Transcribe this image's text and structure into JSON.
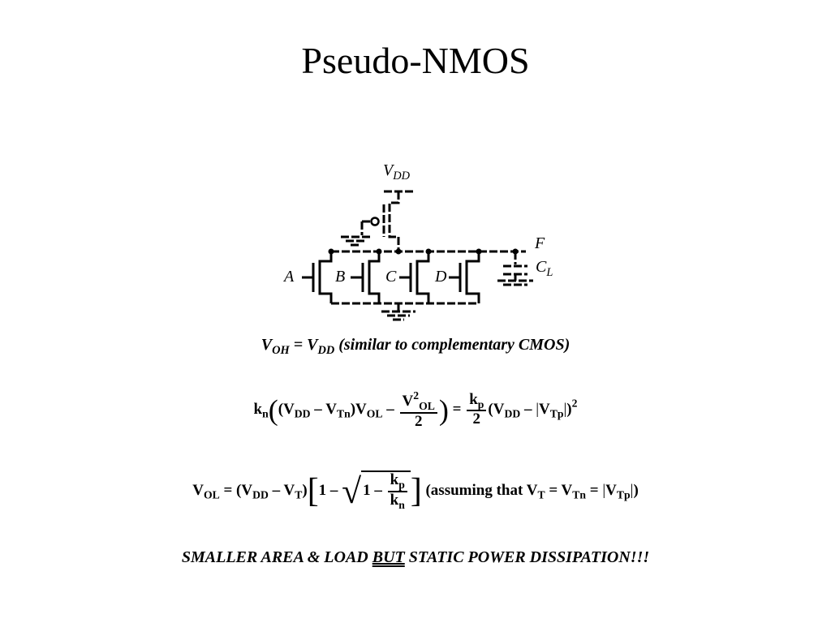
{
  "title": "Pseudo-NMOS",
  "circuit": {
    "vdd_label": "V",
    "vdd_sub": "DD",
    "output_label": "F",
    "cap_label": "C",
    "cap_sub": "L",
    "inputs": [
      "A",
      "B",
      "C",
      "D"
    ]
  },
  "eq1": {
    "lhs": "V",
    "lhs_sub": "OH",
    "eq": " = V",
    "rhs_sub": "DD",
    "note": " (similar to complementary CMOS)"
  },
  "eq2": {
    "k": "k",
    "k_sub": "n",
    "vdd": "V",
    "vdd_sub": "DD",
    "minus": " – ",
    "vt": "V",
    "vt_sub": "Tn",
    "vol": "V",
    "vol_sub": "OL",
    "frac_num": "V",
    "frac_num_sup": "2",
    "frac_num_sub": "OL",
    "frac_den": "2",
    "equals": " = ",
    "kp": "k",
    "kp_sub": "p",
    "kp_den": "2",
    "vtp": "V",
    "vtp_sub": "Tp",
    "power": "2"
  },
  "eq3": {
    "vol": "V",
    "vol_sub": "OL",
    "equals": " = ",
    "vdd": "V",
    "vdd_sub": "DD",
    "vt": "V",
    "vt_sub": "T",
    "one": "1 – ",
    "one2": "1 – ",
    "kp": "k",
    "kp_sub": "p",
    "kn": "k",
    "kn_sub": "n",
    "assume": " (assuming that V",
    "assume_vt_sub": "T",
    "assume_eq": " = V",
    "assume_vtn_sub": "Tn",
    "assume_eq2": " = ",
    "assume_vtp": "V",
    "assume_vtp_sub": "Tp",
    "close": ")"
  },
  "warning": {
    "before": "SMALLER AREA & LOAD ",
    "under": "BUT",
    "after": " STATIC POWER DISSIPATION!!!"
  }
}
